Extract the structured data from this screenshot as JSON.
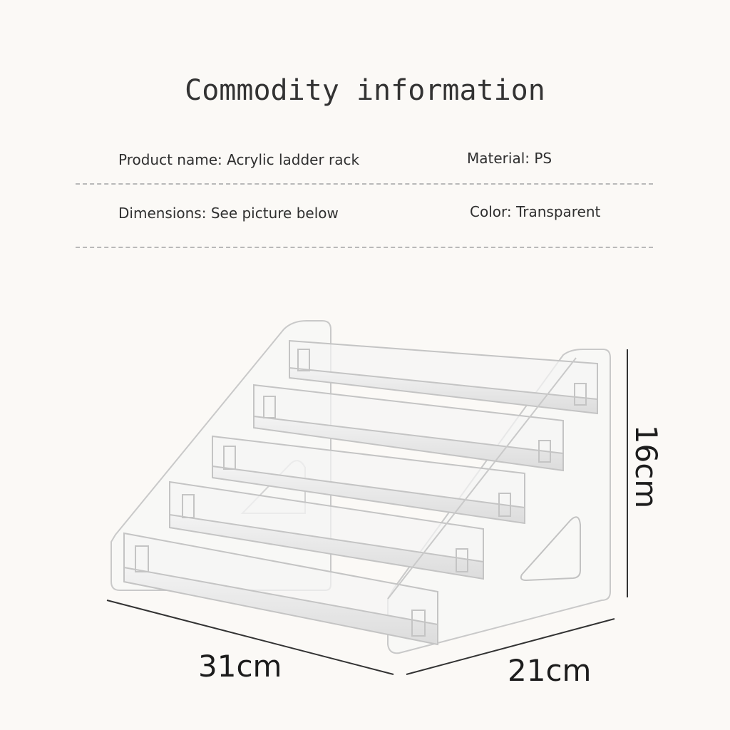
{
  "header": {
    "title": "Commodity information"
  },
  "specs": {
    "product_name": "Product name: Acrylic ladder rack",
    "material": "Material: PS",
    "dimensions": "Dimensions: See picture below",
    "color": "Color: Transparent"
  },
  "dimensions": {
    "width_label": "31cm",
    "depth_label": "21cm",
    "height_label": "16cm"
  },
  "colors": {
    "background": "#fbf9f6",
    "text": "#2f2f2f",
    "divider": "#b9b9b9",
    "acrylic_edge": "#c9c9c9",
    "dimension_line": "#333333"
  }
}
